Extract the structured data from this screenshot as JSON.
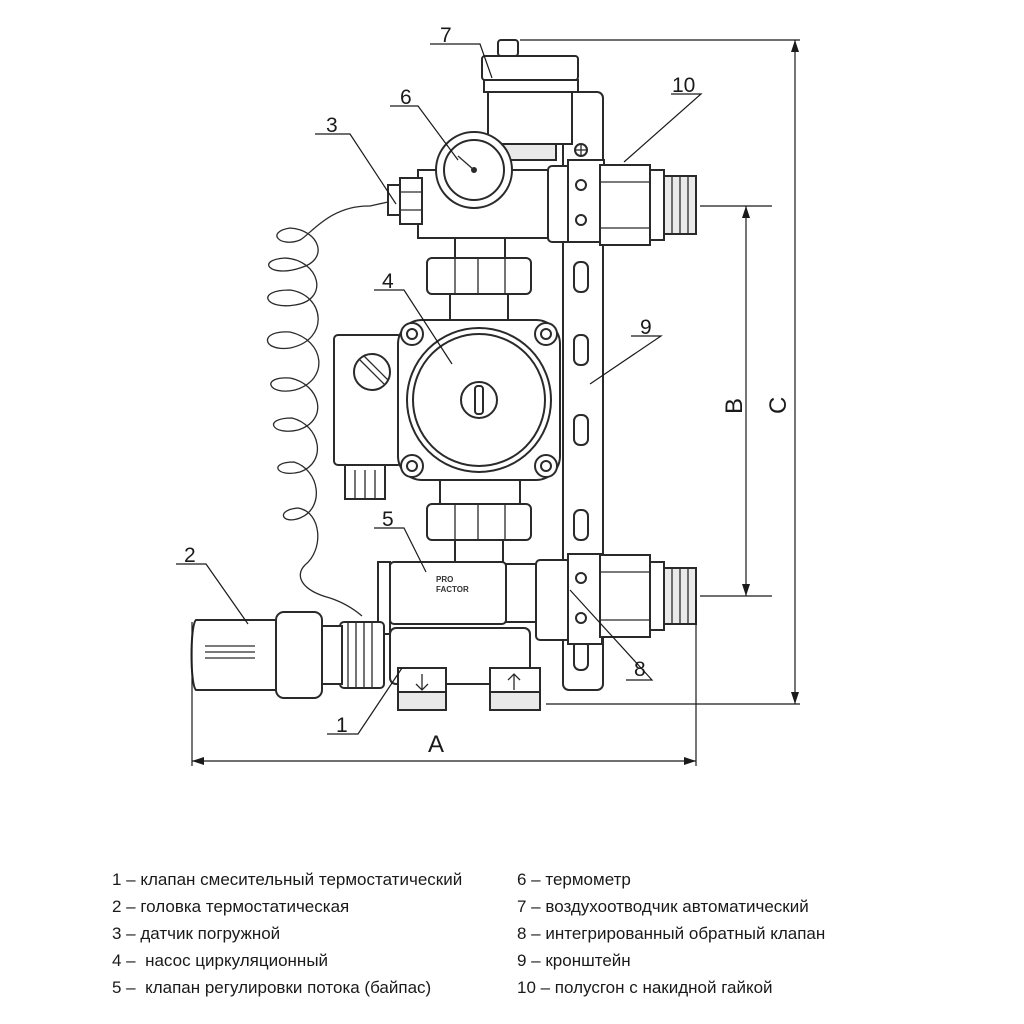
{
  "callouts": [
    "1",
    "2",
    "3",
    "4",
    "5",
    "6",
    "7",
    "8",
    "9",
    "10"
  ],
  "dimensions": {
    "a": "A",
    "b": "B",
    "c": "C"
  },
  "brand": {
    "line1": "PRO",
    "line2": "FACTOR"
  },
  "legend": {
    "left": [
      "1 – клапан смесительный термостатический",
      "2 – головка термостатическая",
      "3 – датчик погружной",
      "4 –  насос циркуляционный",
      "5 –  клапан регулировки потока (байпас)"
    ],
    "right": [
      "6 – термометр",
      "7 – воздухоотводчик автоматический",
      "8 – интегрированный обратный клапан",
      "9 – кронштейн",
      "10 – полусгон с накидной гайкой"
    ]
  }
}
